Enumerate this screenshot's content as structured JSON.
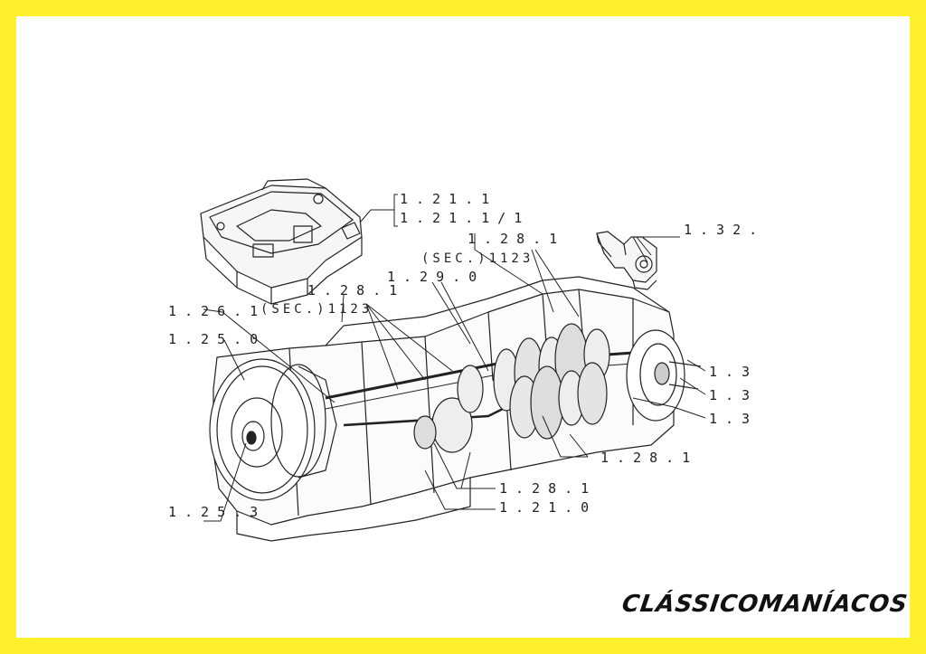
{
  "diagram": {
    "labels": {
      "l1": "1.21.1",
      "l2": "1.21.1/1",
      "l3": "1.28.1",
      "l4": "(SEC.)1123",
      "l5": "1.32.",
      "l6": "1.29.0",
      "l7": "1.28.1",
      "l8": "(SEC.)1123",
      "l9": "1.26.1",
      "l10": "1.25.0",
      "l11": "1.3",
      "l12": "1.3",
      "l13": "1.3",
      "l14": "1.28.1",
      "l15": "1.28.1",
      "l16": "1.21.0",
      "l17": "1.25.3"
    }
  },
  "brand": {
    "name": "CLÁSSICOMANÍACOS"
  },
  "colors": {
    "border": "#FFF02D",
    "background": "#FFFFFF",
    "ink": "#222222"
  }
}
